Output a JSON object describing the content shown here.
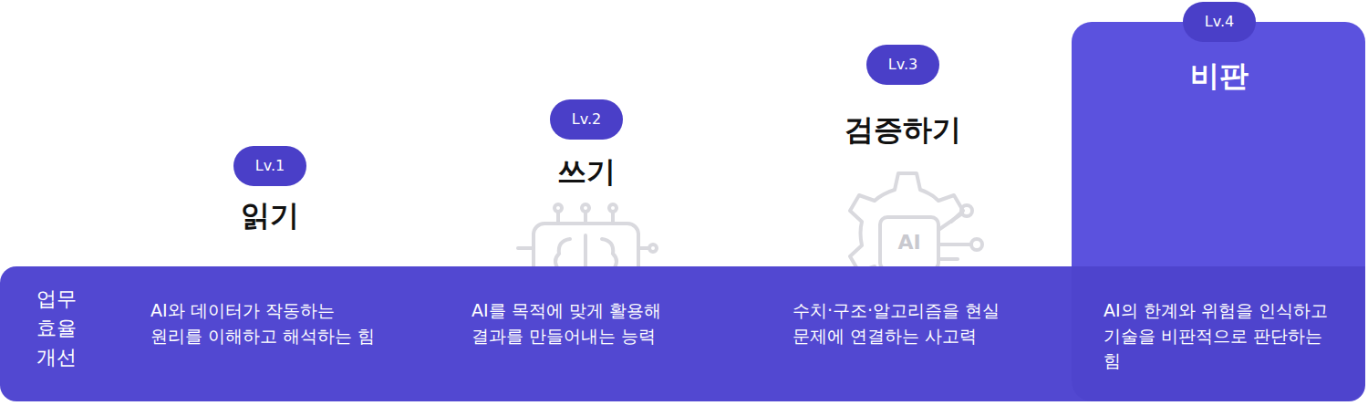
{
  "diagram": {
    "nodes": [
      {
        "text": [
          "업무 효율 개선",
          "AI와 데이터가 작동하는 원리를 이해하고 해석하는 힘",
          "AI를 목적에 맞게 활용해 결과를 만들어내는 능력",
          "수치·구조·알고리즘을 현실 문제에 연결하는 사고력"
        ]
      },
      {
        "text": [
          "Lv.1"
        ]
      },
      {
        "text": [
          "Lv.2"
        ]
      },
      {
        "text": [
          "Lv.3"
        ]
      },
      {
        "text": [
          "비판",
          "AI의 한계와 위험을 인식하고 기술을 비판적으로 판단하는 힘"
        ]
      },
      {
        "text": [
          "Lv.4"
        ],
        "in": 4
      }
    ],
    "labels": [
      "읽기",
      "쓰기",
      "검증하기",
      "AI"
    ]
  }
}
